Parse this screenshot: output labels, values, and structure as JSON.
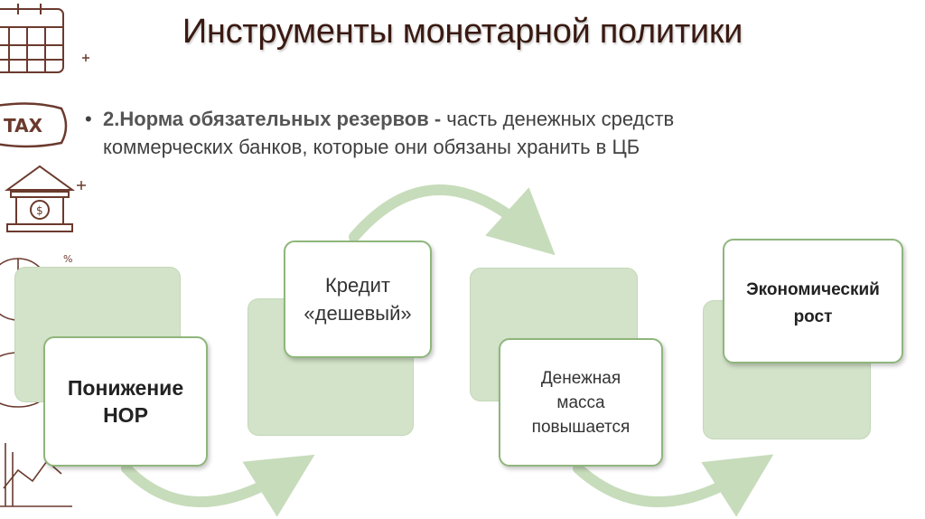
{
  "title": "Инструменты монетарной политики",
  "bullet": {
    "marker": "•",
    "bold": "2.Норма обязательных резервов - ",
    "text": "часть денежных средств коммерческих банков, которые они обязаны хранить в ЦБ"
  },
  "flow": [
    {
      "label": "Понижение\nНОР"
    },
    {
      "label": "Кредит\n«дешевый»"
    },
    {
      "label": "Денежная\nмасса\nповышается"
    },
    {
      "label": "Экономический\nрост"
    }
  ],
  "decor": {
    "tax_label": "TAX",
    "percent_label": "%"
  },
  "colors": {
    "title": "#3a1a12",
    "box_back": "#d3e3c9",
    "box_border": "#8fb67c",
    "arrow": "#c7dcbb",
    "doodle": "#6b3a2e"
  }
}
